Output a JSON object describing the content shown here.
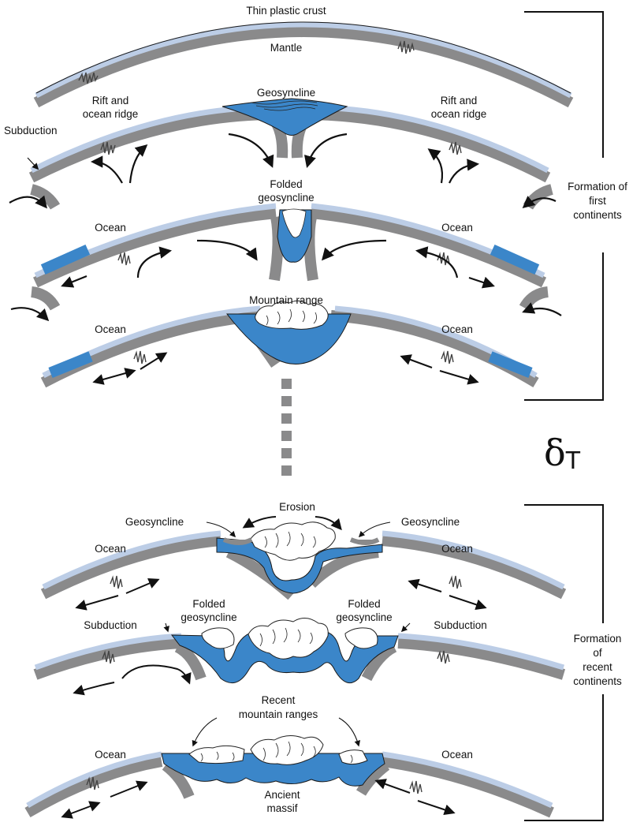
{
  "colors": {
    "crust": "#bccde6",
    "mantle": "#8a8a8b",
    "continent": "#3b86c9",
    "outline": "#1a1a1a",
    "arrow": "#111111"
  },
  "labels": {
    "thin_crust": "Thin plastic crust",
    "mantle": "Mantle",
    "geosyncline": "Geosyncline",
    "rift_left_1": "Rift and",
    "rift_left_2": "ocean ridge",
    "rift_right_1": "Rift and",
    "rift_right_2": "ocean ridge",
    "subduction_top": "Subduction",
    "folded_1": "Folded",
    "folded_2": "geosyncline",
    "ocean_s3_left": "Ocean",
    "ocean_s3_right": "Ocean",
    "mountain_range": "Mountain range",
    "ocean_s4_left": "Ocean",
    "ocean_s4_right": "Ocean",
    "erosion": "Erosion",
    "geo_left": "Geosyncline",
    "geo_right": "Geosyncline",
    "ocean_s5_left": "Ocean",
    "ocean_s5_right": "Ocean",
    "folded_l1": "Folded",
    "folded_l2": "geosyncline",
    "folded_r1": "Folded",
    "folded_r2": "geosyncline",
    "subduction_l": "Subduction",
    "subduction_r": "Subduction",
    "recent_1": "Recent",
    "recent_2": "mountain ranges",
    "ocean_s7_left": "Ocean",
    "ocean_s7_right": "Ocean",
    "ancient_1": "Ancient",
    "ancient_2": "massif",
    "first_1": "Formation of",
    "first_2": "first",
    "first_3": "continents",
    "recent_c1": "Formation",
    "recent_c2": "of",
    "recent_c3": "recent",
    "recent_c4": "continents",
    "delta": "δ",
    "delta_sub": "T"
  }
}
